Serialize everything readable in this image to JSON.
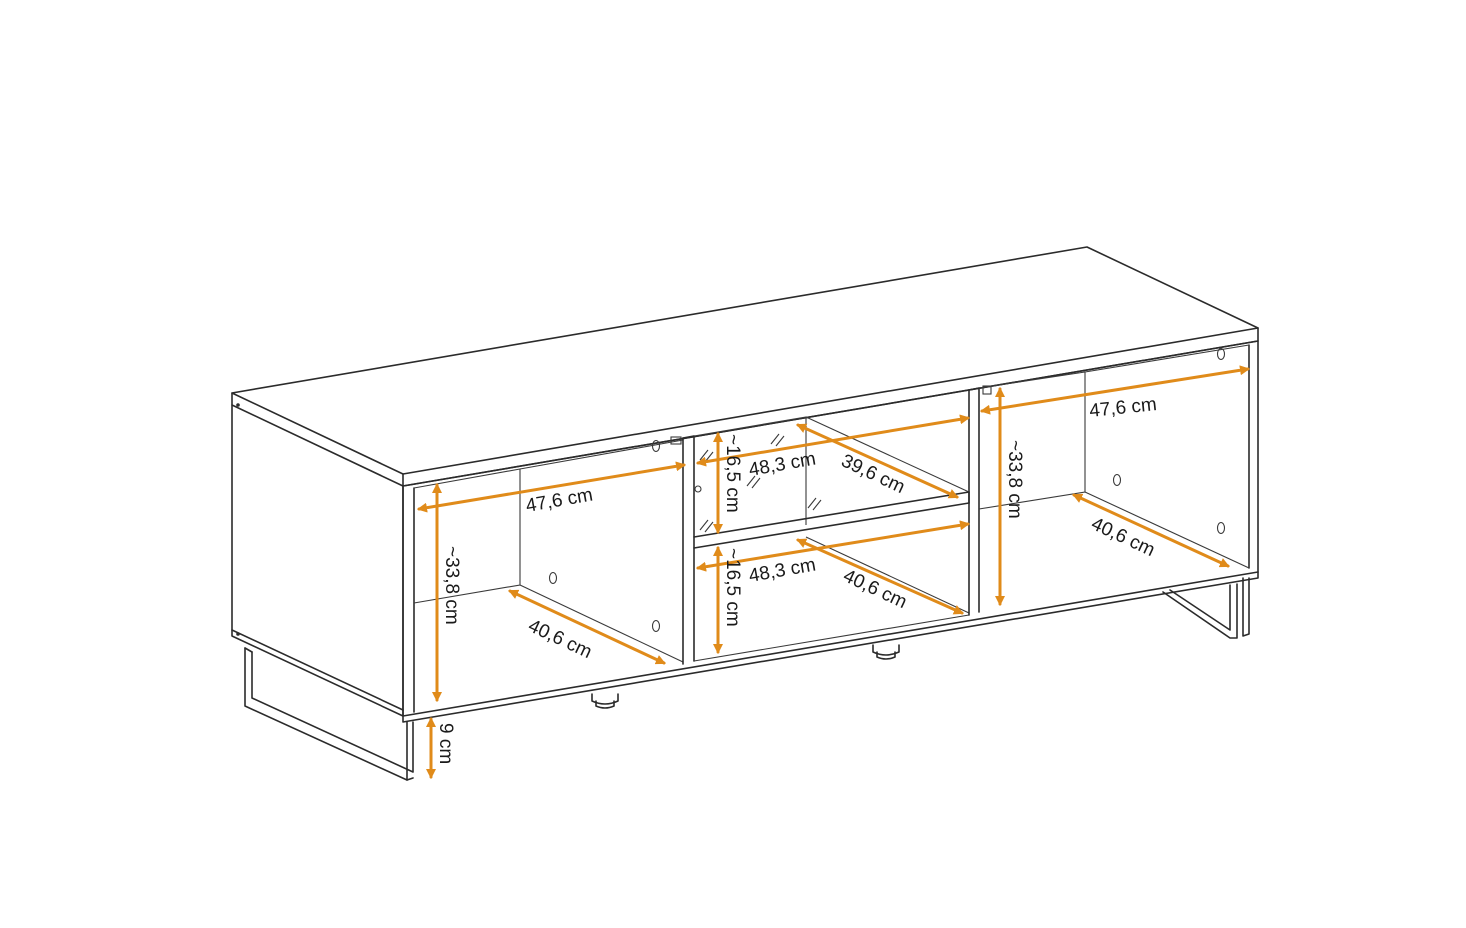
{
  "figure": {
    "accent_color": "#e08b1a",
    "line_color": "#2b2b2b",
    "background": "#ffffff"
  },
  "dimensions": {
    "left_width": "47,6 cm",
    "left_height": "~33,8 cm",
    "left_depth": "40,6 cm",
    "leg_height": "9 cm",
    "mid_top_width": "48,3 cm",
    "mid_top_height": "~16,5 cm",
    "mid_top_depth": "39,6 cm",
    "mid_bottom_width": "48,3 cm",
    "mid_bottom_height": "~16,5 cm",
    "mid_bottom_depth": "40,6 cm",
    "right_width": "47,6 cm",
    "right_height": "~33,8 cm",
    "right_depth": "40,6 cm"
  }
}
